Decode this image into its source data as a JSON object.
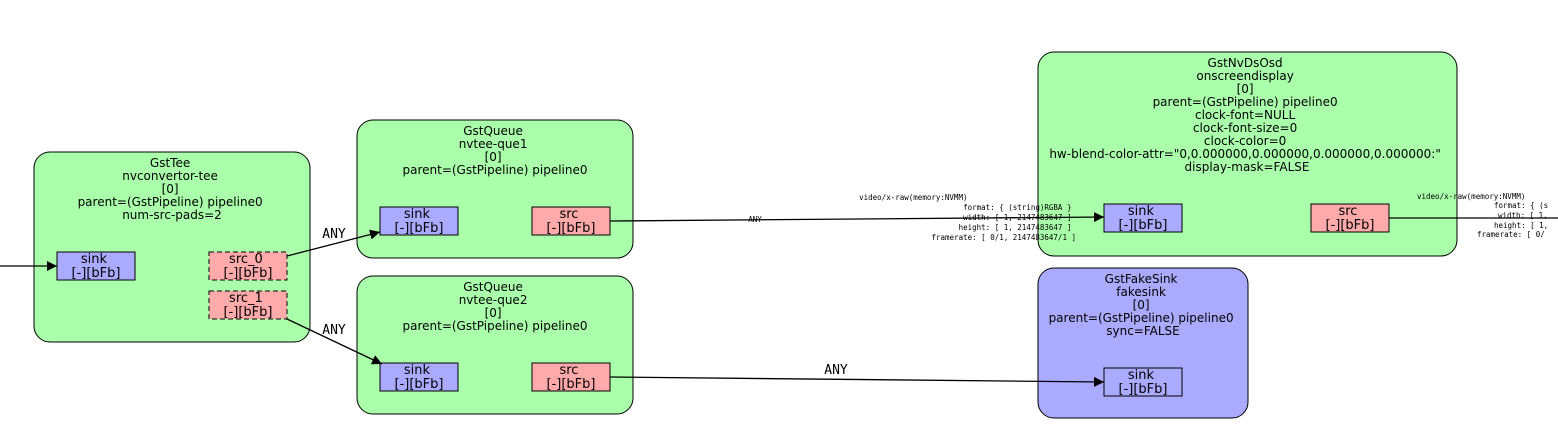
{
  "colors": {
    "element_fill": "#aaffaa",
    "sink_element_fill": "#aaaaff",
    "sink_pad_fill": "#aaaaff",
    "src_pad_fill": "#ffaaaa",
    "stroke": "#000000"
  },
  "elements": {
    "tee": {
      "lines": [
        "GstTee",
        "nvconvertor-tee",
        "[0]",
        "parent=(GstPipeline) pipeline0",
        "num-src-pads=2"
      ],
      "pads": {
        "sink": [
          "sink",
          "[-][bFb]"
        ],
        "src_0": [
          "src_0",
          "[-][bFb]"
        ],
        "src_1": [
          "src_1",
          "[-][bFb]"
        ]
      }
    },
    "queue1": {
      "lines": [
        "GstQueue",
        "nvtee-que1",
        "[0]",
        "parent=(GstPipeline) pipeline0"
      ],
      "pads": {
        "sink": [
          "sink",
          "[-][bFb]"
        ],
        "src": [
          "src",
          "[-][bFb]"
        ]
      }
    },
    "queue2": {
      "lines": [
        "GstQueue",
        "nvtee-que2",
        "[0]",
        "parent=(GstPipeline) pipeline0"
      ],
      "pads": {
        "sink": [
          "sink",
          "[-][bFb]"
        ],
        "src": [
          "src",
          "[-][bFb]"
        ]
      }
    },
    "osd": {
      "lines": [
        "GstNvDsOsd",
        "onscreendisplay",
        "[0]",
        "parent=(GstPipeline) pipeline0",
        "clock-font=NULL",
        "clock-font-size=0",
        "clock-color=0",
        "hw-blend-color-attr=\"0,0.000000,0.000000,0.000000,0.000000:\"",
        "display-mask=FALSE"
      ],
      "pads": {
        "sink": [
          "sink",
          "[-][bFb]"
        ],
        "src": [
          "src",
          "[-][bFb]"
        ]
      }
    },
    "fakesink": {
      "lines": [
        "GstFakeSink",
        "fakesink",
        "[0]",
        "parent=(GstPipeline) pipeline0",
        "sync=FALSE"
      ],
      "pads": {
        "sink": [
          "sink",
          "[-][bFb]"
        ]
      }
    }
  },
  "edges": {
    "tee_src0_to_que1": "ANY",
    "tee_src1_to_que2": "ANY",
    "que1_to_osd": "ANY",
    "que2_to_fakesink": "ANY"
  },
  "caps": {
    "que1_to_osd": [
      "video/x-raw(memory:NVMM)",
      "format: { (string)RGBA }",
      "width: [ 1, 2147483647 ]",
      "height: [ 1, 2147483647 ]",
      "framerate: [ 0/1, 2147483647/1 ]"
    ],
    "osd_out": [
      "video/x-raw(memory:NVMM)",
      "format: { (s",
      "width: [ 1,",
      "height: [ 1,",
      "framerate: [ 0/"
    ]
  }
}
